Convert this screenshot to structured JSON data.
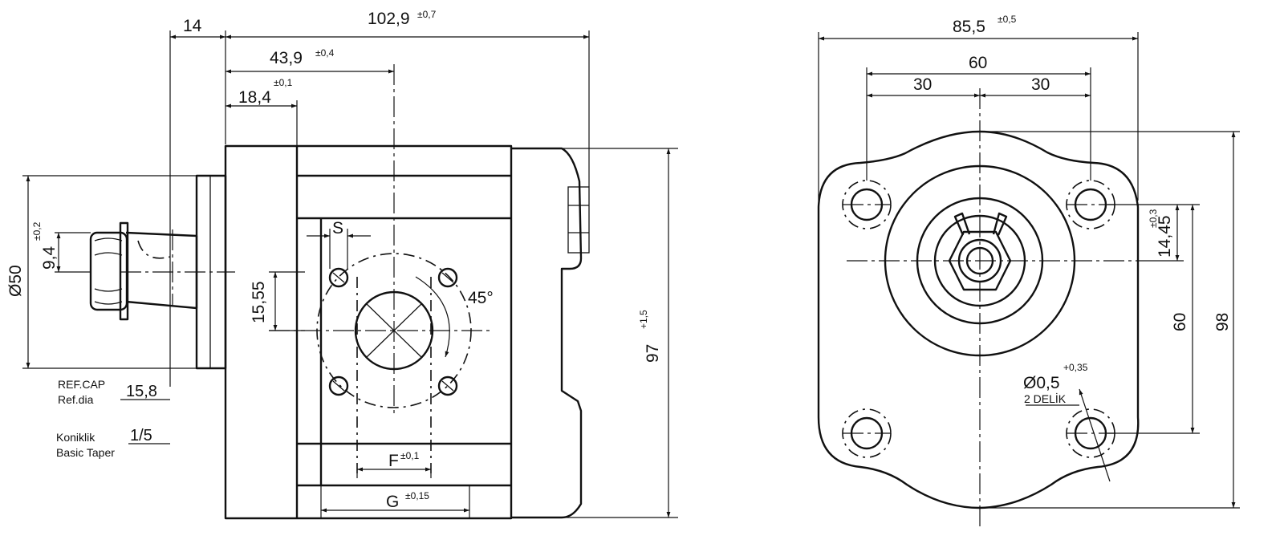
{
  "side_view": {
    "dim_14": "14",
    "dim_total": "102,9",
    "tol_total": "±0,7",
    "dim_43": "43,9",
    "tol_43": "±0,4",
    "dim_18": "18,4",
    "tol_18": "±0,1",
    "dim_dia50": "Ø50",
    "dim_9_4": "9,4",
    "tol_9_4": "±0,2",
    "dim_15_55": "15,55",
    "label_s": "S",
    "angle_45": "45°",
    "dim_97": "97",
    "tol_97": "+1,5",
    "label_f": "F",
    "tol_f": "±0,1",
    "label_g": "G",
    "tol_g": "±0,15",
    "ref_cap_label": "REF.CAP",
    "ref_dia_label": "Ref.dia",
    "ref_value": "15,8",
    "taper_label_tr": "Koniklik",
    "taper_label_en": "Basic Taper",
    "taper_value": "1/5"
  },
  "front_view": {
    "dim_85_5": "85,5",
    "tol_85_5": "±0,5",
    "dim_60_top": "60",
    "dim_30_left": "30",
    "dim_30_right": "30",
    "dim_14_45": "14,45",
    "tol_14_45": "±0,3",
    "dim_60_side": "60",
    "dim_98": "98",
    "hole_dia": "Ø0,5",
    "hole_tol": "+0,35",
    "hole_count": "2 DELİK"
  }
}
